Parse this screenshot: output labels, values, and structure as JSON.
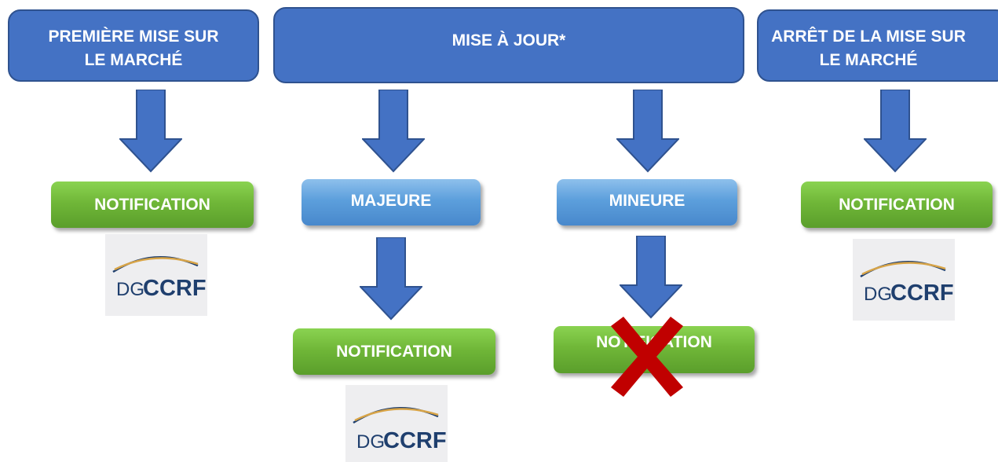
{
  "headers": {
    "first": {
      "line1": "PREMIÈRE MISE SUR",
      "line2": "LE MARCHÉ"
    },
    "update": {
      "label": "MISE À JOUR*"
    },
    "stop": {
      "line1": "ARRÊT DE LA MISE SUR",
      "line2": "LE MARCHÉ"
    }
  },
  "boxes": {
    "notification_first": "NOTIFICATION",
    "major": "MAJEURE",
    "minor": "MINEURE",
    "notification_stop": "NOTIFICATION",
    "notification_major": "NOTIFICATION",
    "notification_minor": "NOTIFICATION"
  },
  "logo": {
    "prefix": "DG",
    "name": "CCRF"
  },
  "colors": {
    "header_blue": "#4472c4",
    "arrow_blue": "#4472c4",
    "notification_green": "#70b738",
    "level_light_blue": "#5c9fdc",
    "cross_red": "#c00000"
  },
  "icons": {
    "arrow": "arrow-down-icon",
    "cross": "red-cross-icon",
    "logo": "dgccrf-logo"
  }
}
